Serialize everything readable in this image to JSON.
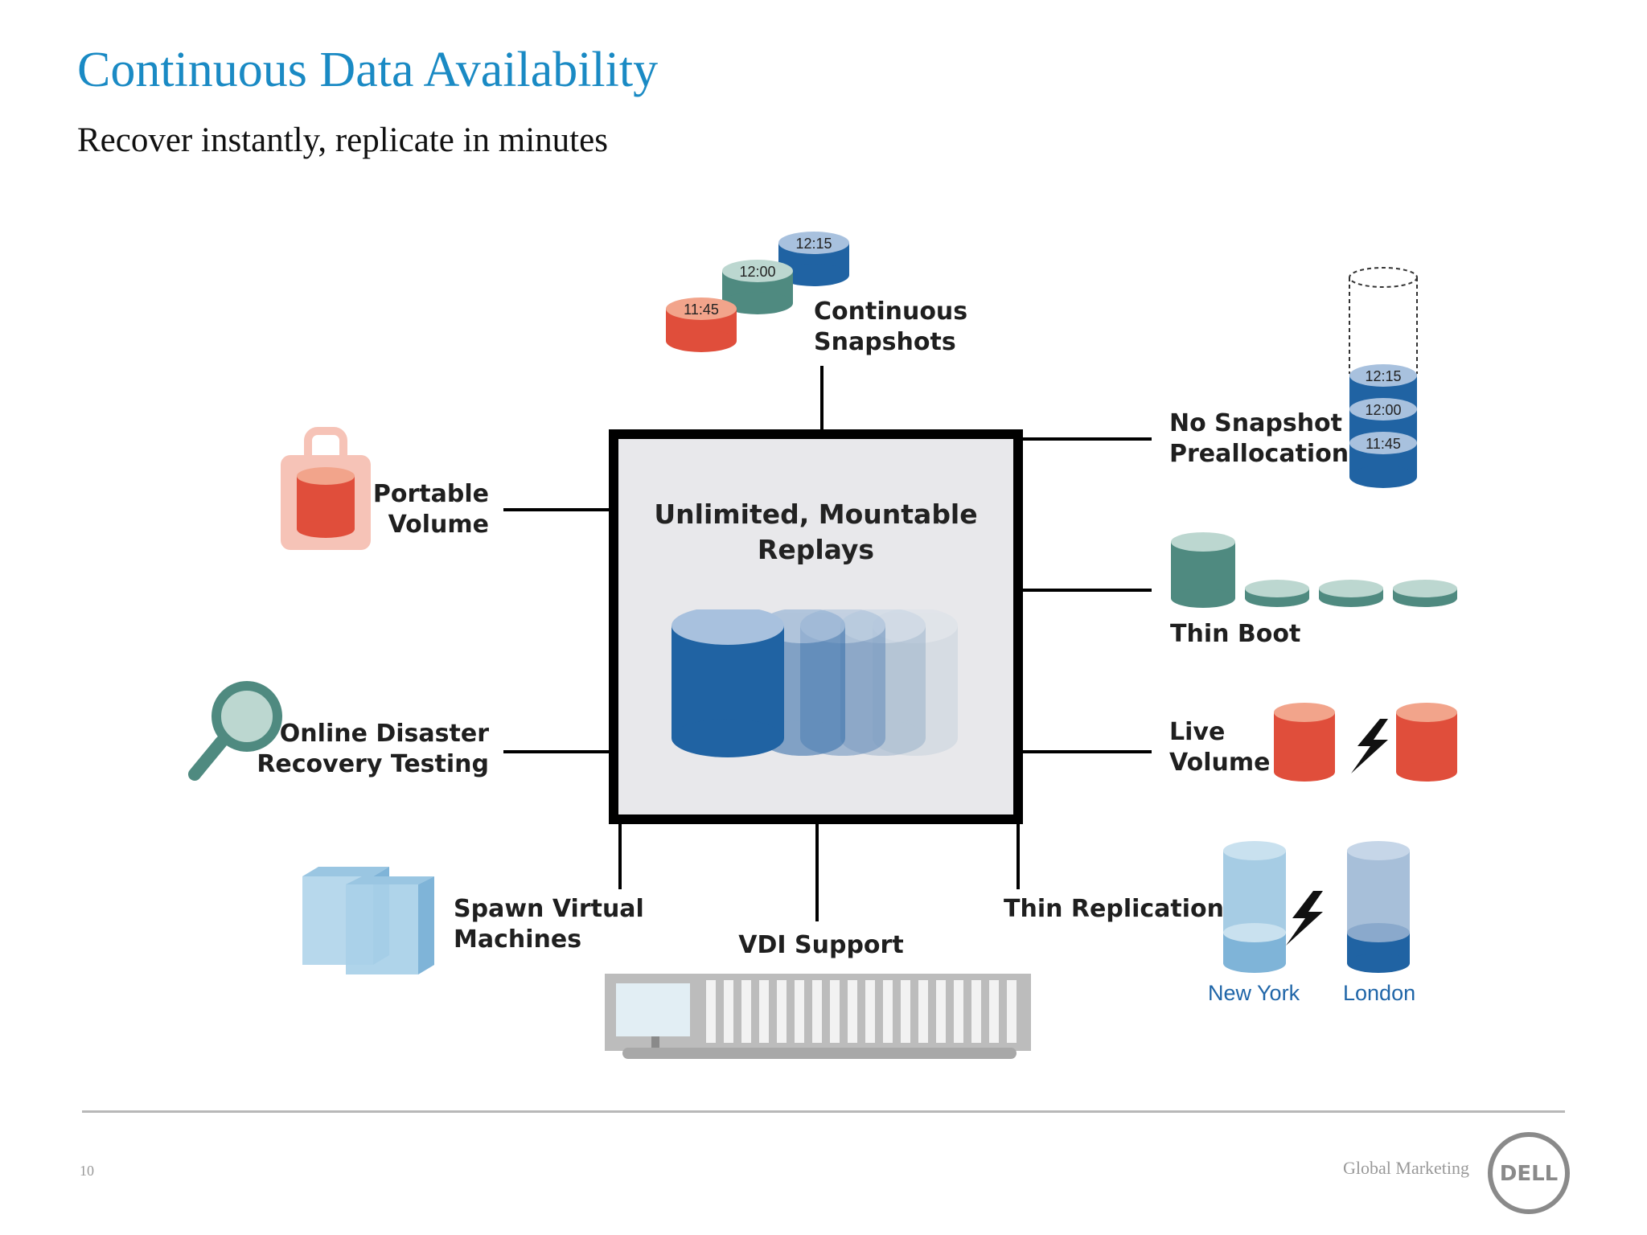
{
  "slide": {
    "title": "Continuous Data Availability",
    "subtitle": "Recover instantly, replicate in minutes"
  },
  "center": {
    "title_line1": "Unlimited, Mountable",
    "title_line2": "Replays"
  },
  "features": {
    "continuous_snapshots": {
      "line1": "Continuous",
      "line2": "Snapshots",
      "times": [
        "11:45",
        "12:00",
        "12:15"
      ]
    },
    "no_snapshot_preallocation": {
      "line1": "No Snapshot",
      "line2": "Preallocation",
      "times": [
        "12:15",
        "12:00",
        "11:45"
      ]
    },
    "portable_volume": {
      "line1": "Portable",
      "line2": "Volume"
    },
    "thin_boot": {
      "label": "Thin Boot"
    },
    "online_dr_testing": {
      "line1": "Online Disaster",
      "line2": "Recovery Testing"
    },
    "live_volume": {
      "line1": "Live",
      "line2": "Volume"
    },
    "spawn_vms": {
      "line1": "Spawn Virtual",
      "line2": "Machines"
    },
    "vdi_support": {
      "label": "VDI Support"
    },
    "thin_replication": {
      "label": "Thin Replication",
      "sites": [
        "New York",
        "London"
      ]
    }
  },
  "footer": {
    "page_number": "10",
    "department": "Global Marketing",
    "logo_text": "DELL"
  },
  "colors": {
    "title_blue": "#1a8ac4",
    "blue": "#2063a3",
    "teal": "#4f8a80",
    "red": "#e04e3b",
    "light_blue": "#a6cce4"
  }
}
